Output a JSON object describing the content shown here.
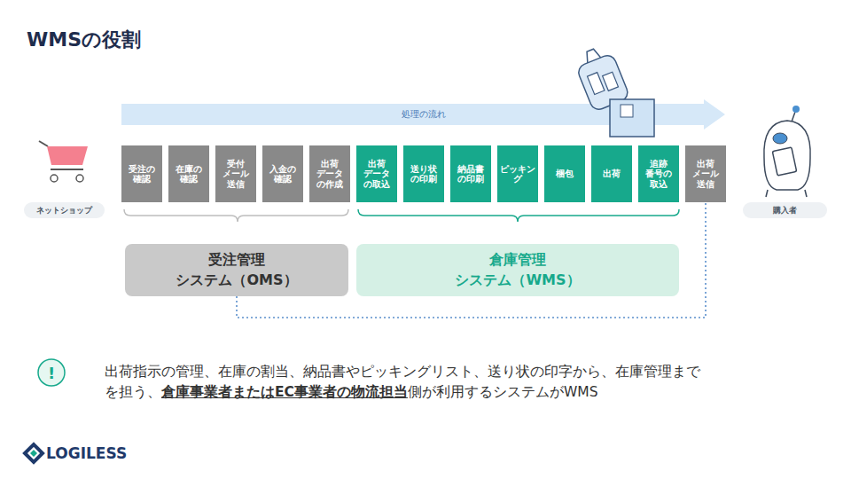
{
  "diagram": {
    "title": "WMSの役割",
    "nodes": [
      {
        "text": [
          "処理の流れ"
        ]
      },
      {
        "text": [
          "ネットショップ"
        ]
      },
      {
        "text": [
          "受注の 確認"
        ]
      },
      {
        "text": [
          "在庫の 確認"
        ]
      },
      {
        "text": [
          "受付 メール 送信"
        ]
      },
      {
        "text": [
          "入金の 確認"
        ]
      },
      {
        "text": [
          "出荷 データ の作成"
        ]
      },
      {
        "text": [
          "出荷 データ の取込"
        ]
      },
      {
        "text": [
          "送り状 の印刷"
        ]
      },
      {
        "text": [
          "納品書 の印刷"
        ]
      },
      {
        "text": [
          "ピッキン グ"
        ]
      },
      {
        "text": [
          "梱包"
        ]
      },
      {
        "text": [
          "出荷"
        ]
      },
      {
        "text": [
          "追跡 番号の 取込"
        ]
      },
      {
        "text": [
          "出荷 メール 送信"
        ]
      },
      {
        "text": [
          "購入者"
        ]
      },
      {
        "text": [
          "受注管理 システム（OMS）"
        ]
      },
      {
        "text": [
          "倉庫管理 システム（WMS）"
        ]
      }
    ],
    "edges": [
      {
        "from": 16,
        "to": 14,
        "arrow": "none"
      }
    ],
    "labels": [
      "!",
      "出荷指示の管理、在庫の割当、納品書やピッキングリスト、送り状の印字から、在庫管理まで を担う、",
      "倉庫事業者またはEC事業者の物流担当",
      "側が利用するシステムがWMS",
      "LOGILESS"
    ]
  }
}
